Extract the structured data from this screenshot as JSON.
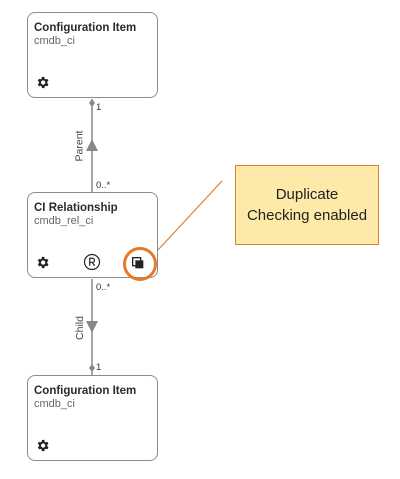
{
  "top_node": {
    "title": "Configuration Item",
    "table": "cmdb_ci",
    "icon": "gear-icon"
  },
  "middle_node": {
    "title": "CI Relationship",
    "table": "cmdb_rel_ci",
    "icons": [
      "gear-icon",
      "registered-icon",
      "duplicate-icon"
    ]
  },
  "bottom_node": {
    "title": "Configuration Item",
    "table": "cmdb_ci",
    "icon": "gear-icon"
  },
  "edge_parent": {
    "label": "Parent",
    "top_cardinality": "1",
    "bottom_cardinality": "0..*"
  },
  "edge_child": {
    "label": "Child",
    "top_cardinality": "0..*",
    "bottom_cardinality": "1"
  },
  "callout": {
    "text": "Duplicate Checking enabled"
  },
  "colors": {
    "highlight": "#e8782a",
    "callout_fill": "#fde9a8",
    "callout_border": "#d9822b",
    "edge": "#888888"
  }
}
